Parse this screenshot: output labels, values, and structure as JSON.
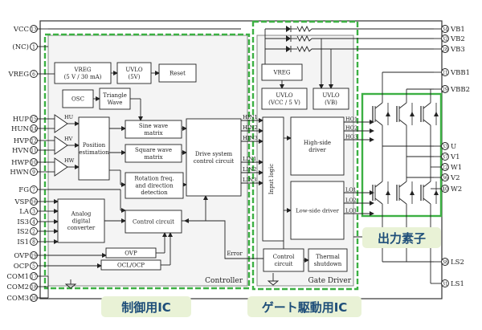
{
  "left_pins": [
    {
      "num": "13",
      "label": "VCC"
    },
    {
      "num": "1",
      "label": "(NC)"
    },
    {
      "num": "6",
      "label": "VREG"
    },
    {
      "num": "15",
      "label": "HUP"
    },
    {
      "num": "14",
      "label": "HUN"
    },
    {
      "num": "12",
      "label": "HVP"
    },
    {
      "num": "11",
      "label": "HVN"
    },
    {
      "num": "10",
      "label": "HWP"
    },
    {
      "num": "9",
      "label": "HWN"
    },
    {
      "num": "7",
      "label": "FG"
    },
    {
      "num": "16",
      "label": "VSP"
    },
    {
      "num": "3",
      "label": "LA"
    },
    {
      "num": "4",
      "label": "IS3"
    },
    {
      "num": "2",
      "label": "IS2"
    },
    {
      "num": "8",
      "label": "IS1"
    },
    {
      "num": "19",
      "label": "OVP"
    },
    {
      "num": "5",
      "label": "OCP"
    },
    {
      "num": "17",
      "label": "COM1"
    },
    {
      "num": "18",
      "label": "COM2"
    },
    {
      "num": "20",
      "label": "COM3"
    }
  ],
  "right_pins": [
    {
      "num": "34",
      "label": "VB1"
    },
    {
      "num": "32",
      "label": "VB2"
    },
    {
      "num": "28",
      "label": "VB3"
    },
    {
      "num": "21",
      "label": "VBB1"
    },
    {
      "num": "29",
      "label": "VBB2"
    },
    {
      "num": "33",
      "label": "U"
    },
    {
      "num": "37",
      "label": "V1"
    },
    {
      "num": "22",
      "label": "W1"
    },
    {
      "num": "36",
      "label": "V2"
    },
    {
      "num": "40",
      "label": "W2"
    },
    {
      "num": "38",
      "label": "LS2"
    },
    {
      "num": "31",
      "label": "LS1"
    }
  ],
  "controller": {
    "name": "Controller",
    "vreg": [
      "VREG",
      "(5 V / 30 mA)"
    ],
    "uvlo": [
      "UVLO",
      "(5V)"
    ],
    "reset": "Reset",
    "osc": "OSC",
    "triangle": [
      "Triangle",
      "Wave"
    ],
    "hall_labels": [
      "HU",
      "HV",
      "HW"
    ],
    "position": [
      "Position",
      "estimation"
    ],
    "sine": [
      "Sine wave",
      "matrix"
    ],
    "square": [
      "Square wave",
      "matrix"
    ],
    "rotation": [
      "Rotation freq.",
      "and direction",
      "detection"
    ],
    "drive": [
      "Drive system",
      "control circuit"
    ],
    "adc": [
      "Analog",
      "digital",
      "converter"
    ],
    "control": "Control circuit",
    "ovp": "OVP",
    "ocl": "OCL/OCP",
    "signals": [
      "HIN1",
      "HIN2",
      "HIN3",
      "LIN1",
      "LIN2",
      "LIN3"
    ],
    "error": "Error"
  },
  "gate_driver": {
    "name": "Gate Driver",
    "vreg": "VREG",
    "uvlo1": [
      "UVLO",
      "(VCC / 5 V)"
    ],
    "uvlo2": [
      "UVLO",
      "(VB)"
    ],
    "input_logic": "Input logic",
    "high_side": [
      "High-side",
      "driver"
    ],
    "low_side": "Low-side driver",
    "control": [
      "Control",
      "circuit"
    ],
    "thermal": [
      "Thermal",
      "shutdown"
    ],
    "outputs": [
      "HO1",
      "HO2",
      "HO3",
      "LO1",
      "LO2",
      "LO3"
    ]
  },
  "badges": {
    "controller_ic": "制御用IC",
    "gate_driver_ic": "ゲート駆動用IC",
    "output_devices": "出力素子"
  },
  "colors": {
    "green": "#3cb043",
    "badge_bg": "#e9f2d6",
    "badge_text": "#1e4e79"
  }
}
